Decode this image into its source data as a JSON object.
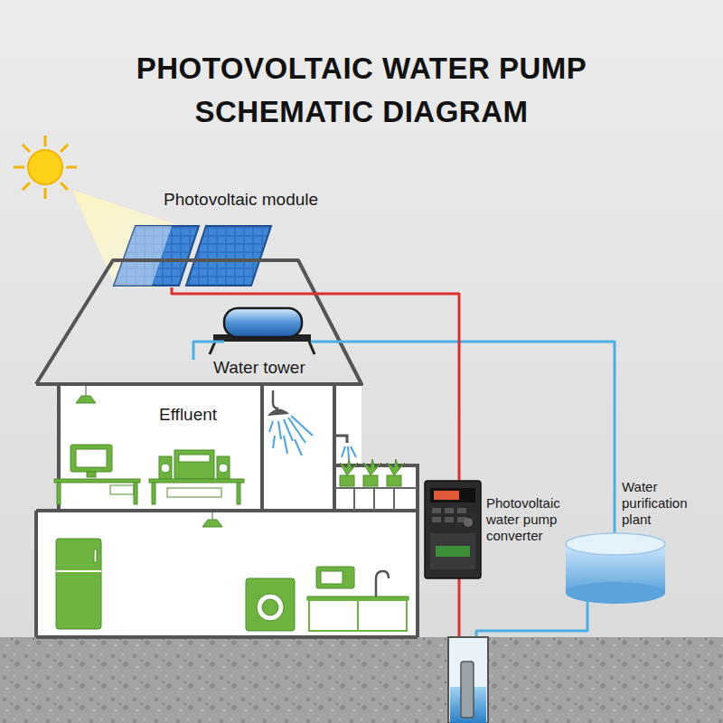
{
  "diagram": {
    "title": "PHOTOVOLTAIC WATER PUMP SCHEMATIC DIAGRAM",
    "labels": [
      "Photovoltaic module",
      "Water tower",
      "Effluent",
      "Photovoltaic water pump converter",
      "Water purification plant"
    ]
  }
}
